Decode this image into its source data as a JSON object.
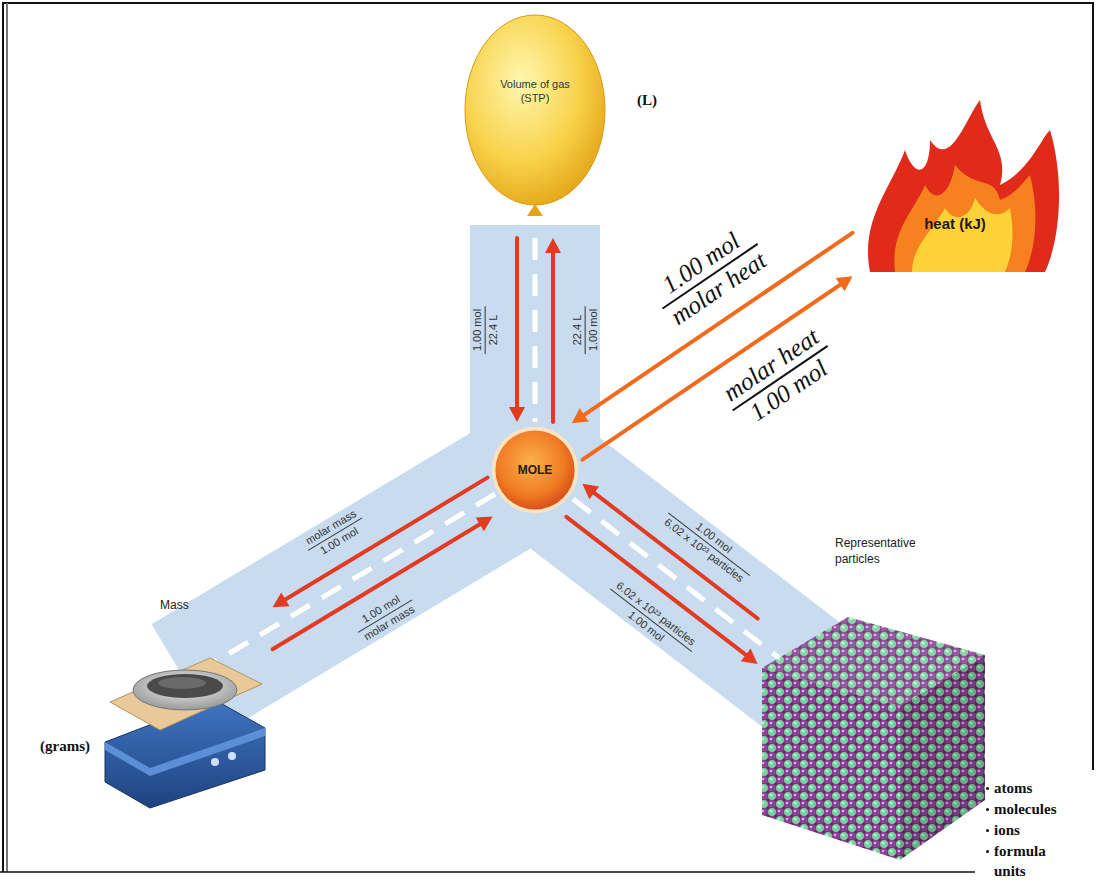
{
  "diagram": {
    "nodes": [
      {
        "text": [
          "Volume of gas (STP)",
          "(L)"
        ]
      },
      {
        "text": [
          "heat (kJ)"
        ]
      },
      {
        "text": [
          "MOLE"
        ]
      },
      {
        "text": [
          "Mass",
          "(grams)"
        ]
      },
      {
        "text": [
          "Representative particles",
          "atoms",
          "molecules",
          "ions",
          "formula units"
        ]
      }
    ],
    "edges": [
      {
        "from": 0,
        "to": 2,
        "arrow": "to"
      },
      {
        "from": 2,
        "to": 0,
        "arrow": "to"
      },
      {
        "from": 1,
        "to": 2,
        "arrow": "to"
      },
      {
        "from": 2,
        "to": 1,
        "arrow": "to"
      },
      {
        "from": 3,
        "to": 2,
        "arrow": "to"
      },
      {
        "from": 2,
        "to": 3,
        "arrow": "to"
      },
      {
        "from": 4,
        "to": 2,
        "arrow": "to"
      },
      {
        "from": 2,
        "to": 4,
        "arrow": "to"
      }
    ],
    "labels": [
      "1.00 mol",
      "22.4 L",
      "22.4 L",
      "1.00 mol",
      "molar mass",
      "1.00 mol",
      "1.00 mol",
      "molar mass",
      "1.00 mol",
      "6.02 x 10²³ particles",
      "6.02 x 10²³ particles",
      "1.00 mol",
      "1.00 mol",
      "molar heat",
      "molar heat",
      "1.00 mol"
    ]
  }
}
